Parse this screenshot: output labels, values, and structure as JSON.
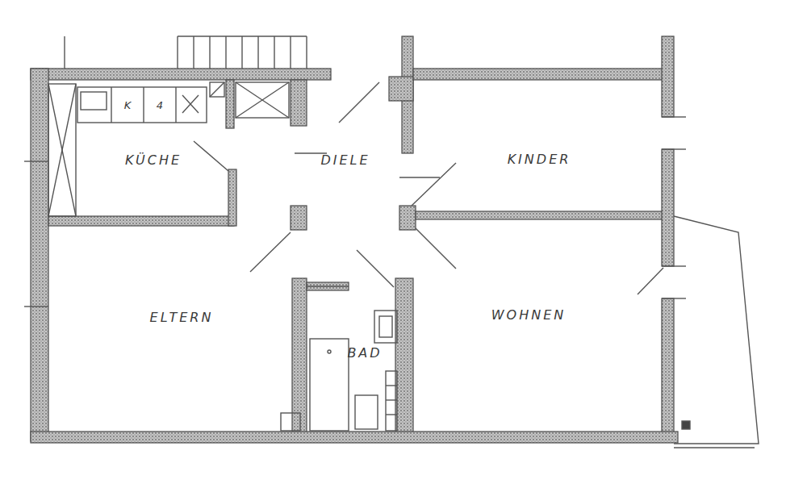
{
  "diagram": {
    "nodes": [
      {
        "text": [
          "KÜCHE"
        ]
      },
      {
        "text": [
          "DIELE"
        ]
      },
      {
        "text": [
          "KINDER"
        ]
      },
      {
        "text": [
          "ELTERN"
        ]
      },
      {
        "text": [
          "BAD"
        ]
      },
      {
        "text": [
          "WOHNEN"
        ]
      }
    ],
    "labels": [
      "K",
      "4"
    ]
  }
}
